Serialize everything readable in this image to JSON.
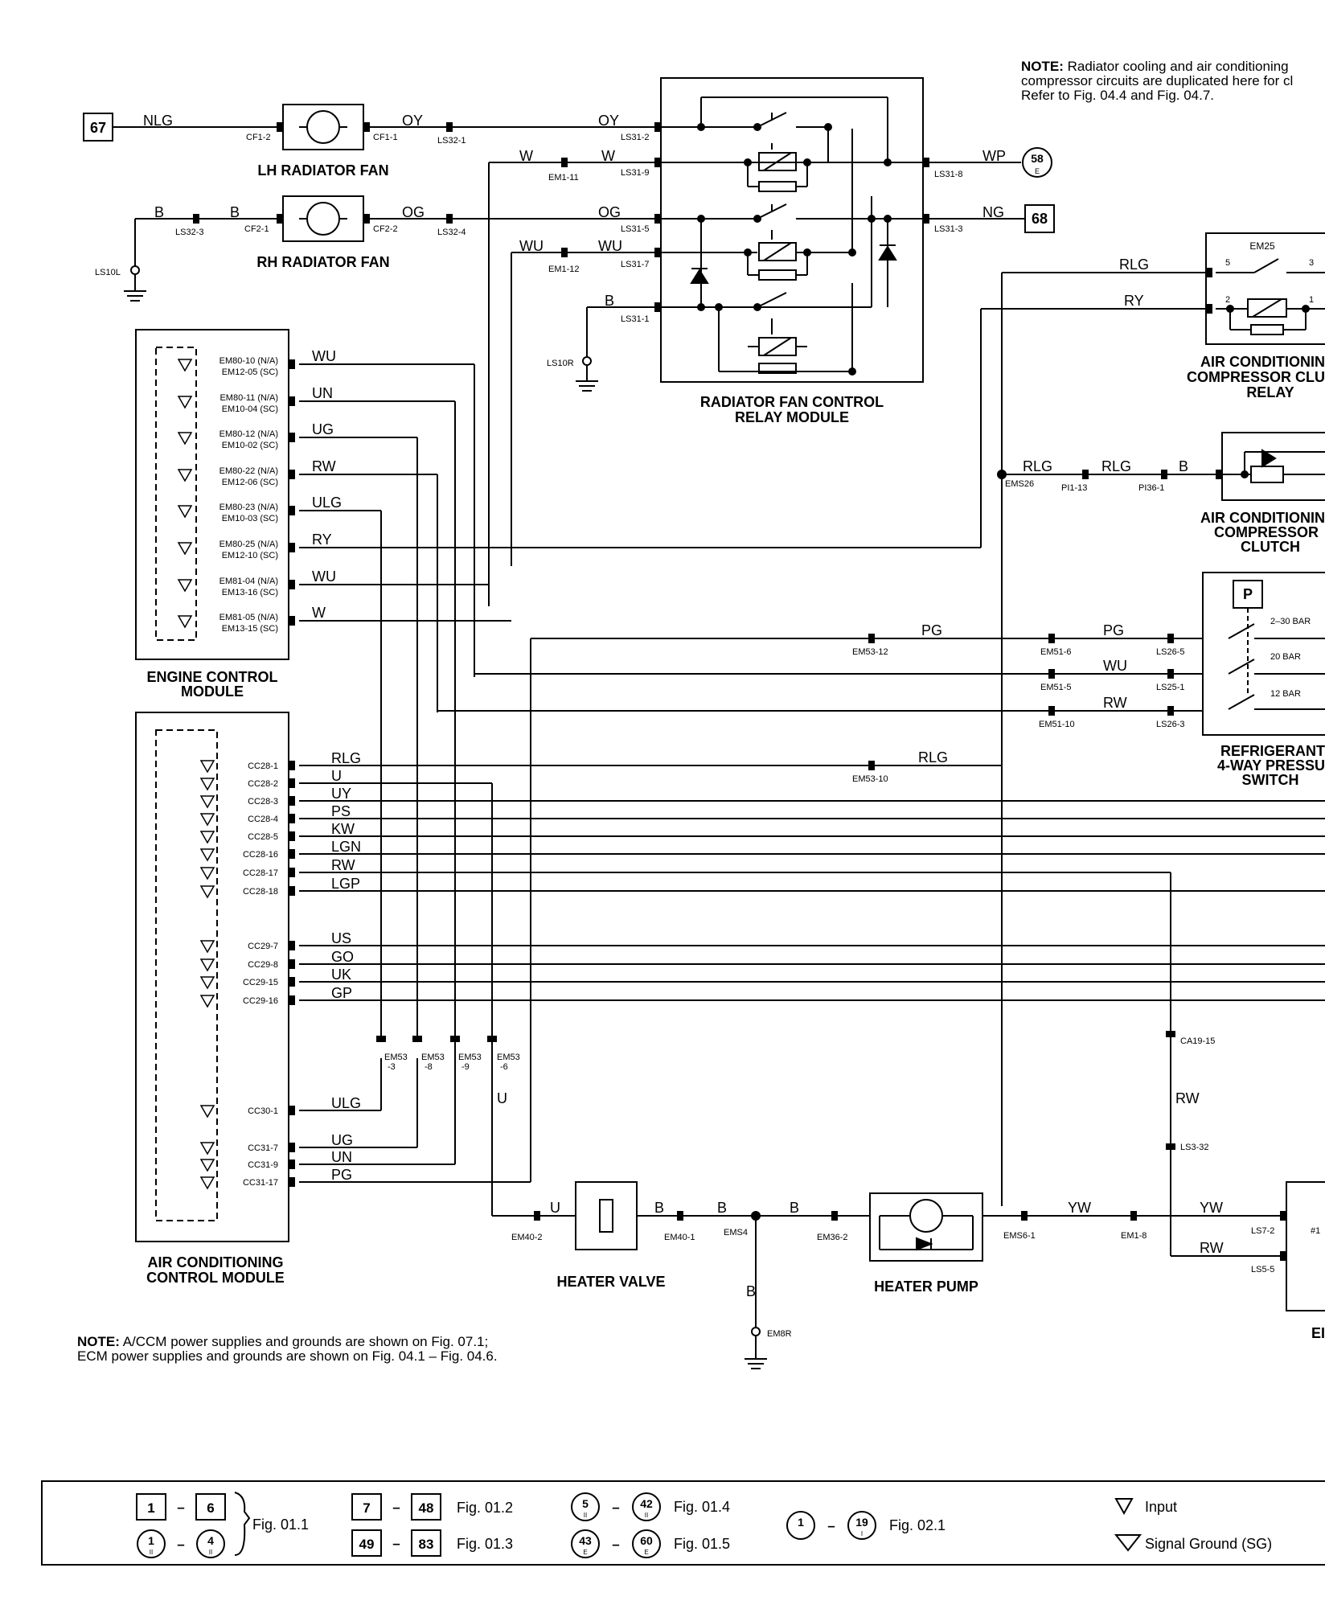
{
  "notes": {
    "top_bold": "NOTE:",
    "top_lines": [
      "Radiator cooling and air conditioning",
      "compressor circuits are duplicated here for cl",
      "Refer to Fig. 04.4 and Fig. 04.7."
    ],
    "bottom_bold": "NOTE:",
    "bottom_lines": [
      "A/CCM power supplies and grounds are shown on Fig. 07.1;",
      "ECM power supplies and grounds are shown on Fig. 04.1 – Fig. 04.6."
    ]
  },
  "captions": {
    "lh_fan": "LH RADIATOR FAN",
    "rh_fan": "RH RADIATOR FAN",
    "relay_module": [
      "RADIATOR FAN CONTROL",
      "RELAY MODULE"
    ],
    "ac_relay": [
      "AIR CONDITIONIN",
      "COMPRESSOR CLU",
      "RELAY"
    ],
    "ac_clutch": [
      "AIR CONDITIONIN",
      "COMPRESSOR",
      "CLUTCH"
    ],
    "refrig": [
      "REFRIGERANT",
      "4-WAY PRESSU",
      "SWITCH"
    ],
    "ecm": [
      "ENGINE CONTROL",
      "MODULE"
    ],
    "accm": [
      "AIR CONDITIONING",
      "CONTROL MODULE"
    ],
    "heater_valve": "HEATER VALVE",
    "heater_pump": "HEATER PUMP",
    "el": "EI"
  },
  "refs": {
    "box67": "67",
    "box68": "68",
    "circ58": "58",
    "circ58_sub": "E",
    "em25": "EM25",
    "p_symbol": "P",
    "r_pins": [
      "5",
      "3",
      "2",
      "1"
    ],
    "bars": [
      "2–30 BAR",
      "20 BAR",
      "12 BAR"
    ]
  },
  "wire_labels": {
    "nlg": "NLG",
    "oy1": "OY",
    "oy2": "OY",
    "w1": "W",
    "w2": "W",
    "wp": "WP",
    "b1": "B",
    "b2": "B",
    "og1": "OG",
    "og2": "OG",
    "ng": "NG",
    "wu1": "WU",
    "wu2": "WU",
    "b3": "B",
    "rlg1": "RLG",
    "ry1": "RY",
    "rlg2": "RLG",
    "rlg3": "RLG",
    "b4": "B",
    "pg1": "PG",
    "pg2": "PG",
    "wu3": "WU",
    "rw1": "RW",
    "rlg4": "RLG",
    "rw2": "RW",
    "u1": "U",
    "u2": "U",
    "b5": "B",
    "b6": "B",
    "b7": "B",
    "yw1": "YW",
    "yw2": "YW",
    "rw3": "RW",
    "b8": "B"
  },
  "connectors": {
    "cf1_2": "CF1-2",
    "cf1_1": "CF1-1",
    "ls32_1": "LS32-1",
    "ls31_2": "LS31-2",
    "em1_11": "EM1-11",
    "ls31_9": "LS31-9",
    "ls31_8": "LS31-8",
    "ls32_3": "LS32-3",
    "cf2_1": "CF2-1",
    "cf2_2": "CF2-2",
    "ls32_4": "LS32-4",
    "ls31_5": "LS31-5",
    "ls31_3": "LS31-3",
    "ls10l": "LS10L",
    "em1_12": "EM1-12",
    "ls31_7": "LS31-7",
    "ls31_1": "LS31-1",
    "ls10r": "LS10R",
    "ems26": "EMS26",
    "pi1_13": "PI1-13",
    "pi36_1": "PI36-1",
    "em53_12": "EM53-12",
    "em51_6": "EM51-6",
    "ls26_5": "LS26-5",
    "em51_5": "EM51-5",
    "ls25_1": "LS25-1",
    "em51_10": "EM51-10",
    "ls26_3": "LS26-3",
    "em53_10": "EM53-10",
    "em53_3": [
      "EM53",
      "-3"
    ],
    "em53_8": [
      "EM53",
      "-8"
    ],
    "em53_9": [
      "EM53",
      "-9"
    ],
    "em53_6": [
      "EM53",
      "-6"
    ],
    "ca19_15": "CA19-15",
    "ls3_32": "LS3-32",
    "em40_2": "EM40-2",
    "em40_1": "EM40-1",
    "ems4": "EMS4",
    "em36_2": "EM36-2",
    "ems6_1": "EMS6-1",
    "em1_8": "EM1-8",
    "em8r": "EM8R",
    "ls7_2": "LS7-2",
    "ls5_5": "LS5-5",
    "hash1": "#1"
  },
  "ecm_pins": [
    {
      "a": "EM80-10 (N/A)",
      "b": "EM12-05 (SC)",
      "wire": "WU"
    },
    {
      "a": "EM80-11 (N/A)",
      "b": "EM10-04 (SC)",
      "wire": "UN"
    },
    {
      "a": "EM80-12 (N/A)",
      "b": "EM10-02 (SC)",
      "wire": "UG"
    },
    {
      "a": "EM80-22 (N/A)",
      "b": "EM12-06 (SC)",
      "wire": "RW"
    },
    {
      "a": "EM80-23 (N/A)",
      "b": "EM10-03 (SC)",
      "wire": "ULG"
    },
    {
      "a": "EM80-25 (N/A)",
      "b": "EM12-10 (SC)",
      "wire": "RY"
    },
    {
      "a": "EM81-04 (N/A)",
      "b": "EM13-16 (SC)",
      "wire": "WU"
    },
    {
      "a": "EM81-05 (N/A)",
      "b": "EM13-15 (SC)",
      "wire": "W"
    }
  ],
  "accm_pins": [
    {
      "pin": "CC28-1",
      "wire": "RLG"
    },
    {
      "pin": "CC28-2",
      "wire": "U"
    },
    {
      "pin": "CC28-3",
      "wire": "UY"
    },
    {
      "pin": "CC28-4",
      "wire": "PS"
    },
    {
      "pin": "CC28-5",
      "wire": "KW"
    },
    {
      "pin": "CC28-16",
      "wire": "LGN"
    },
    {
      "pin": "CC28-17",
      "wire": "RW"
    },
    {
      "pin": "CC28-18",
      "wire": "LGP"
    },
    {
      "pin": "CC29-7",
      "wire": "US"
    },
    {
      "pin": "CC29-8",
      "wire": "GO"
    },
    {
      "pin": "CC29-15",
      "wire": "UK"
    },
    {
      "pin": "CC29-16",
      "wire": "GP"
    },
    {
      "pin": "CC30-1",
      "wire": "ULG"
    },
    {
      "pin": "CC31-7",
      "wire": "UG"
    },
    {
      "pin": "CC31-9",
      "wire": "UN"
    },
    {
      "pin": "CC31-17",
      "wire": "PG"
    }
  ],
  "legend": {
    "r1_a": "1",
    "r1_b": "6",
    "r2_a": "1",
    "r2_b": "4",
    "sub_ii": "II",
    "fig0101": "Fig. 01.1",
    "r3_a": "7",
    "r3_b": "48",
    "fig0102": "Fig. 01.2",
    "r4_a": "49",
    "r4_b": "83",
    "fig0103": "Fig. 01.3",
    "r5_a": "5",
    "r5_b": "42",
    "fig0104": "Fig. 01.4",
    "r6_a": "43",
    "r6_b": "60",
    "sub_e": "E",
    "fig0105": "Fig. 01.5",
    "r7_a": "1",
    "r7_b": "19",
    "sub_i": "I",
    "fig0201": "Fig. 02.1",
    "dash": "–",
    "input": "Input",
    "sg": "Signal Ground (SG)"
  }
}
